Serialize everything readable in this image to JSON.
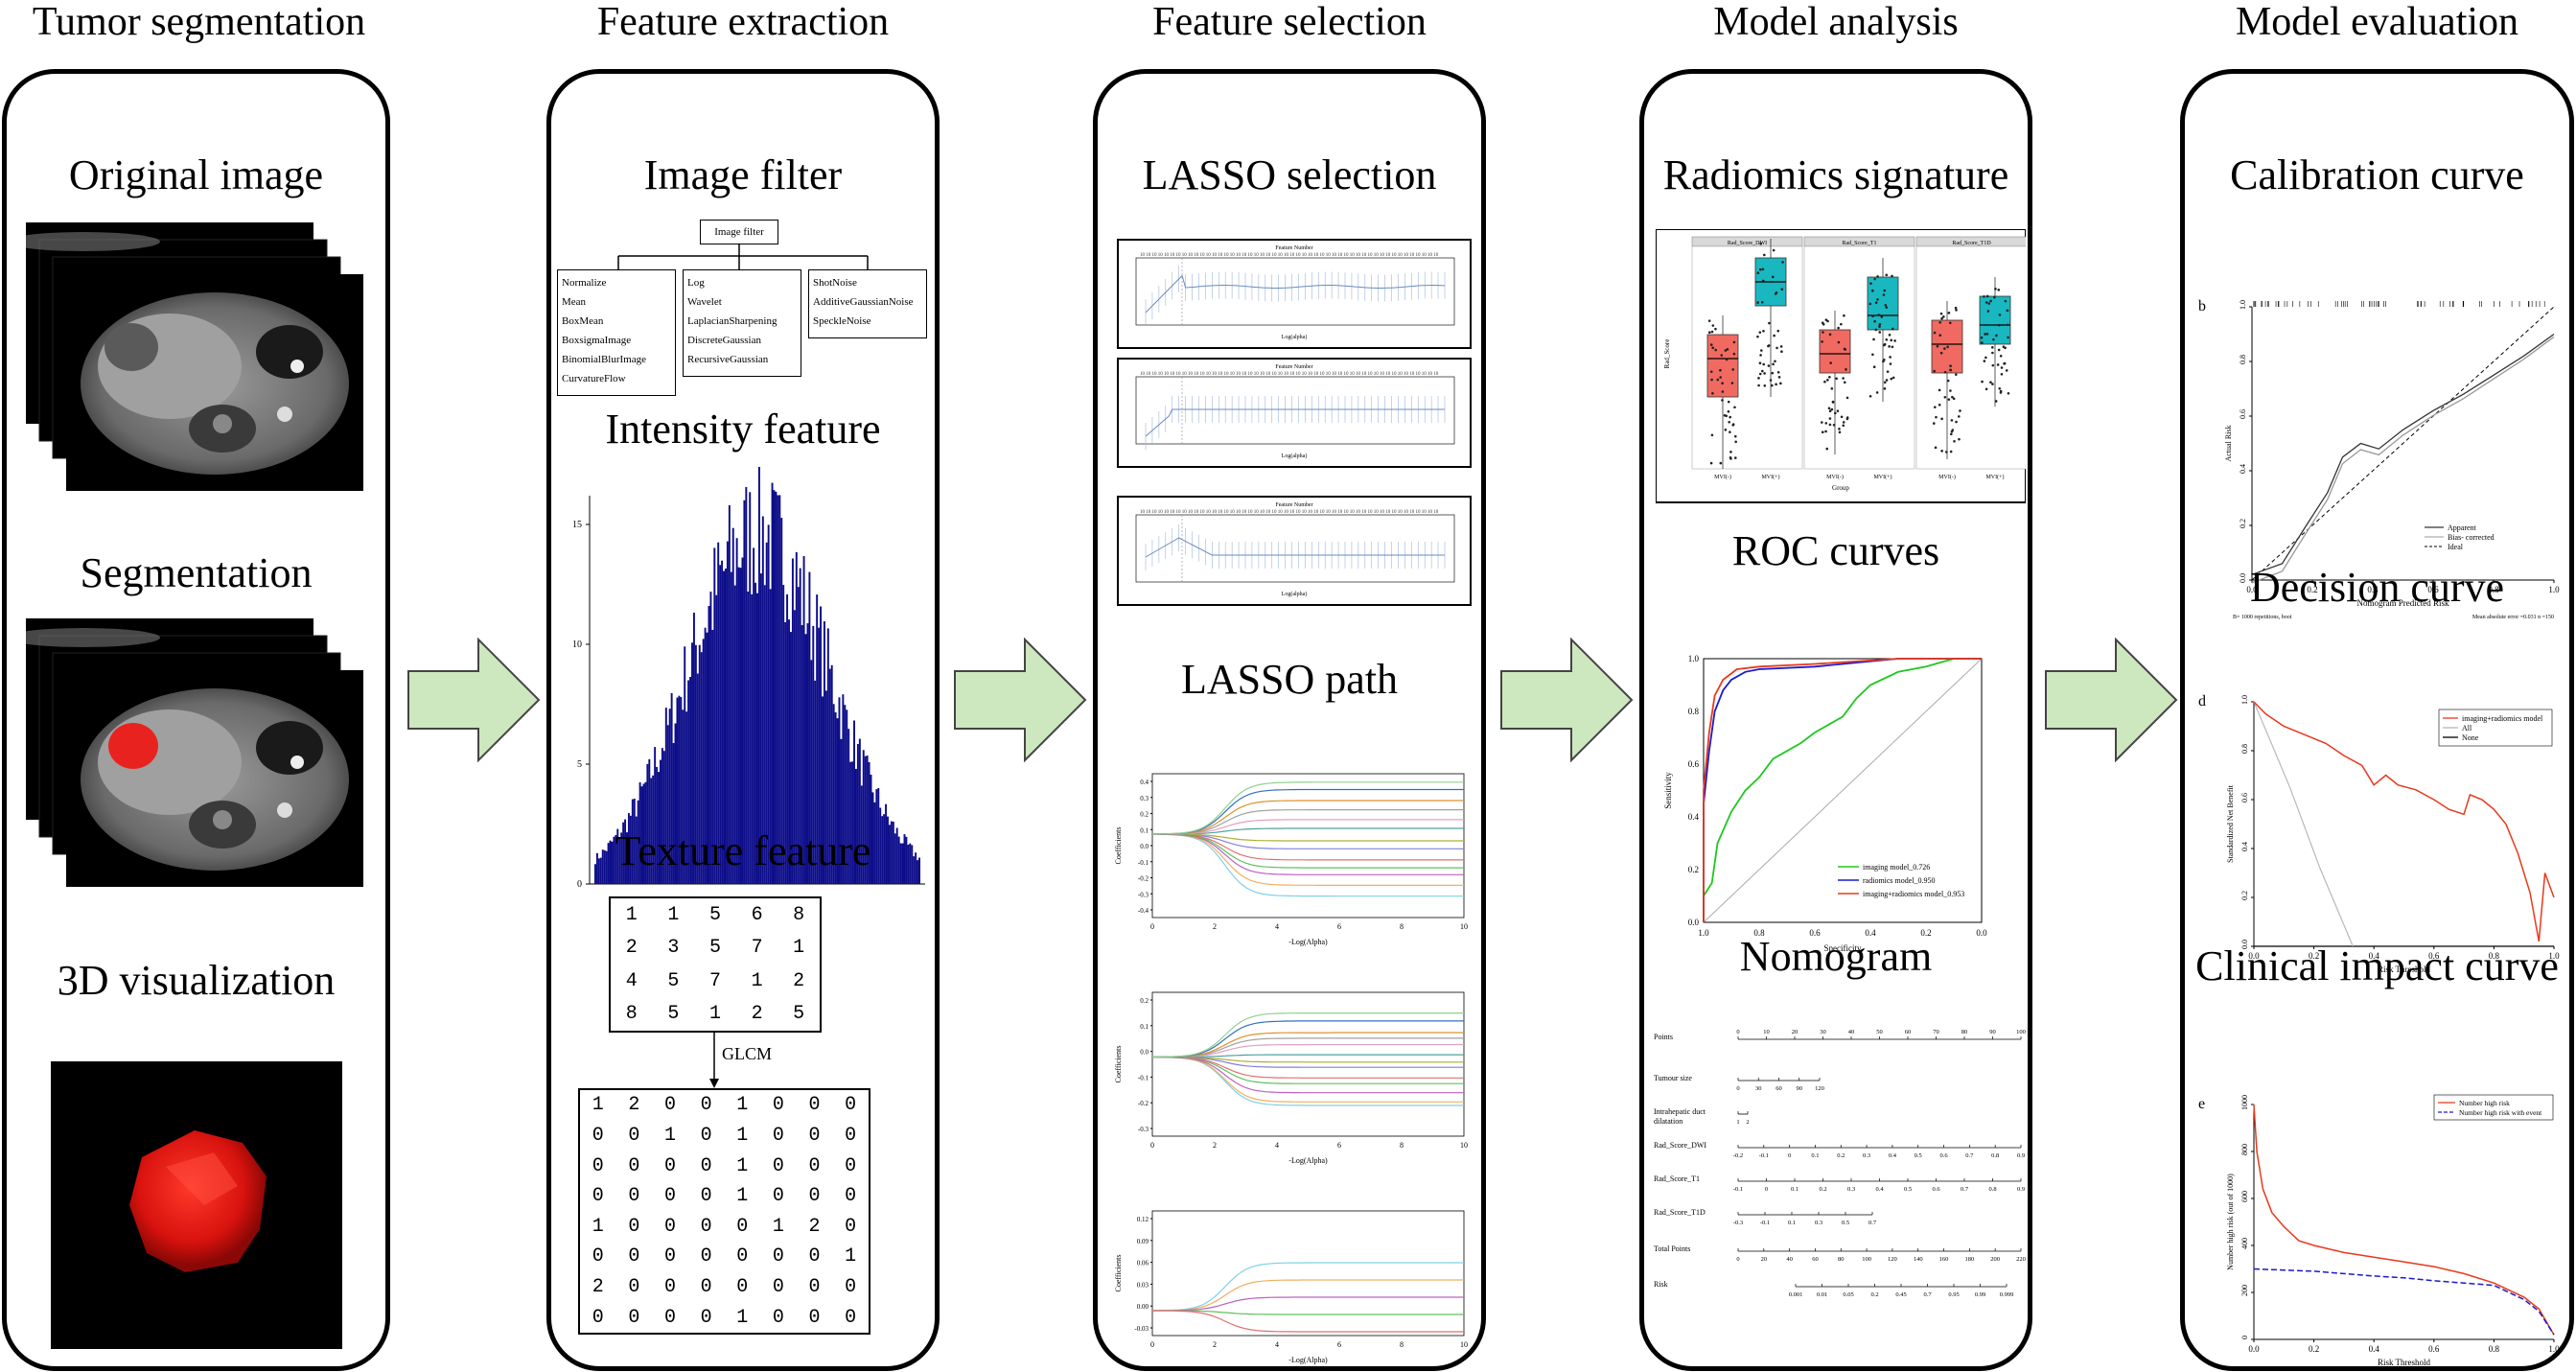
{
  "stages": [
    {
      "title": "Tumor segmentation",
      "panels": [
        "Original image",
        "Segmentation",
        "3D visualization"
      ]
    },
    {
      "title": "Feature extraction",
      "panels": [
        "Image filter",
        "Intensity feature",
        "Texture feature"
      ]
    },
    {
      "title": "Feature selection",
      "panels": [
        "LASSO selection",
        "LASSO path"
      ]
    },
    {
      "title": "Model analysis",
      "panels": [
        "Radiomics signature",
        "ROC curves",
        "Nomogram"
      ]
    },
    {
      "title": "Model evaluation",
      "panels": [
        "Calibration curve",
        "Decision curve",
        "Clinical impact curve"
      ]
    }
  ],
  "image_filter": {
    "root": "Image filter",
    "col1": [
      "Normalize",
      "Mean",
      "BoxMean",
      "BoxsigmaImage",
      "BinomialBlurImage",
      "CurvatureFlow"
    ],
    "col2": [
      "Log",
      "Wavelet",
      "LaplacianSharpening",
      "DiscreteGaussian",
      "RecursiveGaussian"
    ],
    "col3": [
      "ShotNoise",
      "AdditiveGaussianNoise",
      "SpeckleNoise"
    ]
  },
  "texture": {
    "matrix": [
      [
        "1",
        "1",
        "5",
        "6",
        "8"
      ],
      [
        "2",
        "3",
        "5",
        "7",
        "1"
      ],
      [
        "4",
        "5",
        "7",
        "1",
        "2"
      ],
      [
        "8",
        "5",
        "1",
        "2",
        "5"
      ]
    ],
    "arrow_label": "GLCM",
    "glcm": [
      [
        "1",
        "2",
        "0",
        "0",
        "1",
        "0",
        "0",
        "0"
      ],
      [
        "0",
        "0",
        "1",
        "0",
        "1",
        "0",
        "0",
        "0"
      ],
      [
        "0",
        "0",
        "0",
        "0",
        "1",
        "0",
        "0",
        "0"
      ],
      [
        "0",
        "0",
        "0",
        "0",
        "1",
        "0",
        "0",
        "0"
      ],
      [
        "1",
        "0",
        "0",
        "0",
        "0",
        "1",
        "2",
        "0"
      ],
      [
        "0",
        "0",
        "0",
        "0",
        "0",
        "0",
        "0",
        "1"
      ],
      [
        "2",
        "0",
        "0",
        "0",
        "0",
        "0",
        "0",
        "0"
      ],
      [
        "0",
        "0",
        "0",
        "0",
        "1",
        "0",
        "0",
        "0"
      ]
    ]
  },
  "intensity_chart": {
    "yticks": [
      "0",
      "5",
      "10",
      "15"
    ]
  },
  "lasso_path": {
    "xlabel": "-Log(Alpha)",
    "ylabel": "Coefficients",
    "xticks": [
      "0",
      "2",
      "4",
      "6",
      "8",
      "10"
    ],
    "plots": [
      {
        "yticks": [
          "0.4",
          "0.3",
          "0.2",
          "0.1",
          "0.0",
          "-0.1",
          "-0.2",
          "-0.3",
          "-0.4"
        ]
      },
      {
        "yticks": [
          "0.2",
          "0.1",
          "0.0",
          "-0.1",
          "-0.2",
          "-0.3"
        ]
      },
      {
        "yticks": [
          "0.12",
          "0.09",
          "0.06",
          "0.03",
          "0.00",
          "-0.03"
        ]
      }
    ]
  },
  "lasso_selection": {
    "top_label": "Feature Number",
    "xlabel": "Log(alpha)"
  },
  "radiomics": {
    "facets": [
      "Rad_Score_DWI",
      "Rad_Score_T1",
      "Rad_Score_T1D"
    ],
    "groups": [
      "MVI(-)",
      "MVI(+)"
    ],
    "xlabel": "Group",
    "ylabel": "Rad_Score",
    "colors": {
      "neg": "#f06a62",
      "pos": "#19b8c0"
    }
  },
  "roc": {
    "xlabel": "Specificity",
    "ylabel": "Sensitivity",
    "xticks": [
      "1.0",
      "0.8",
      "0.6",
      "0.4",
      "0.2",
      "0.0"
    ],
    "yticks": [
      "0.0",
      "0.2",
      "0.4",
      "0.6",
      "0.8",
      "1.0"
    ],
    "legend": [
      "imaging model_0.726",
      "radiomics model_0.950",
      "imaging+radiomics model_0.953"
    ],
    "colors": [
      "#1ec81e",
      "#1a1ad0",
      "#e8391b"
    ]
  },
  "nomogram": {
    "rows": [
      "Points",
      "Tumour size",
      "Intrahepatic duct dilatation",
      "Rad_Score_DWI",
      "Rad_Score_T1",
      "Rad_Score_T1D",
      "Total Points",
      "Risk"
    ],
    "points_ticks": [
      "0",
      "10",
      "20",
      "30",
      "40",
      "50",
      "60",
      "70",
      "80",
      "90",
      "100"
    ],
    "tumour_ticks": [
      "0",
      "30",
      "60",
      "90",
      "120"
    ],
    "duct_ticks": [
      "1",
      "2"
    ],
    "dwi_ticks": [
      "-0.2",
      "-0.1",
      "0",
      "0.1",
      "0.2",
      "0.3",
      "0.4",
      "0.5",
      "0.6",
      "0.7",
      "0.8",
      "0.9"
    ],
    "t1_ticks": [
      "-0.1",
      "0",
      "0.1",
      "0.2",
      "0.3",
      "0.4",
      "0.5",
      "0.6",
      "0.7",
      "0.8",
      "0.9"
    ],
    "t1d_ticks": [
      "-0.3",
      "-0.1",
      "0.1",
      "0.3",
      "0.5",
      "0.7"
    ],
    "total_ticks": [
      "0",
      "20",
      "40",
      "60",
      "80",
      "100",
      "120",
      "140",
      "160",
      "180",
      "200",
      "220"
    ],
    "risk_ticks": [
      "0.001",
      "0.01",
      "0.05",
      "0.2",
      "0.45",
      "0.7",
      "0.95",
      "0.99",
      "0.999"
    ]
  },
  "calibration": {
    "tag": "b",
    "xlabel": "Nomogram Predicted Risk",
    "ylabel": "Actual Risk",
    "xticks": [
      "0.0",
      "0.2",
      "0.4",
      "0.6",
      "0.8",
      "1.0"
    ],
    "yticks": [
      "0.0",
      "0.2",
      "0.4",
      "0.6",
      "0.8",
      "1.0"
    ],
    "legend": [
      "Apparent",
      "Bias- corrected",
      "Ideal"
    ],
    "footer_left": "B= 1000 repetitions, boot",
    "footer_right": "Mean absolute error =0.031 n =150"
  },
  "decision": {
    "tag": "d",
    "xlabel": "Risk Threshold",
    "ylabel": "Standardized Net Benefit",
    "xticks": [
      "0.0",
      "0.2",
      "0.4",
      "0.6",
      "0.8",
      "1.0"
    ],
    "yticks": [
      "0.0",
      "0.2",
      "0.4",
      "0.6",
      "0.8",
      "1.0"
    ],
    "legend": [
      "imaging+radiomics model",
      "All",
      "None"
    ],
    "colors": [
      "#e8391b",
      "#b8b8b8",
      "#000000"
    ]
  },
  "clinical_impact": {
    "tag": "e",
    "xlabel": "Risk Threshold",
    "ylabel": "Number high risk (out of 1000)",
    "xticks": [
      "0.0",
      "0.2",
      "0.4",
      "0.6",
      "0.8",
      "1.0"
    ],
    "yticks": [
      "0",
      "200",
      "400",
      "600",
      "800",
      "1000"
    ],
    "legend": [
      "Number high risk",
      "Number high risk with event"
    ],
    "colors": [
      "#e8391b",
      "#1a1ad0"
    ]
  },
  "colors": {
    "arrow_fill": "#cde7bf",
    "arrow_stroke": "#444444",
    "hist_bar": "#0d0d8a",
    "tumor_red": "#e8231f"
  }
}
